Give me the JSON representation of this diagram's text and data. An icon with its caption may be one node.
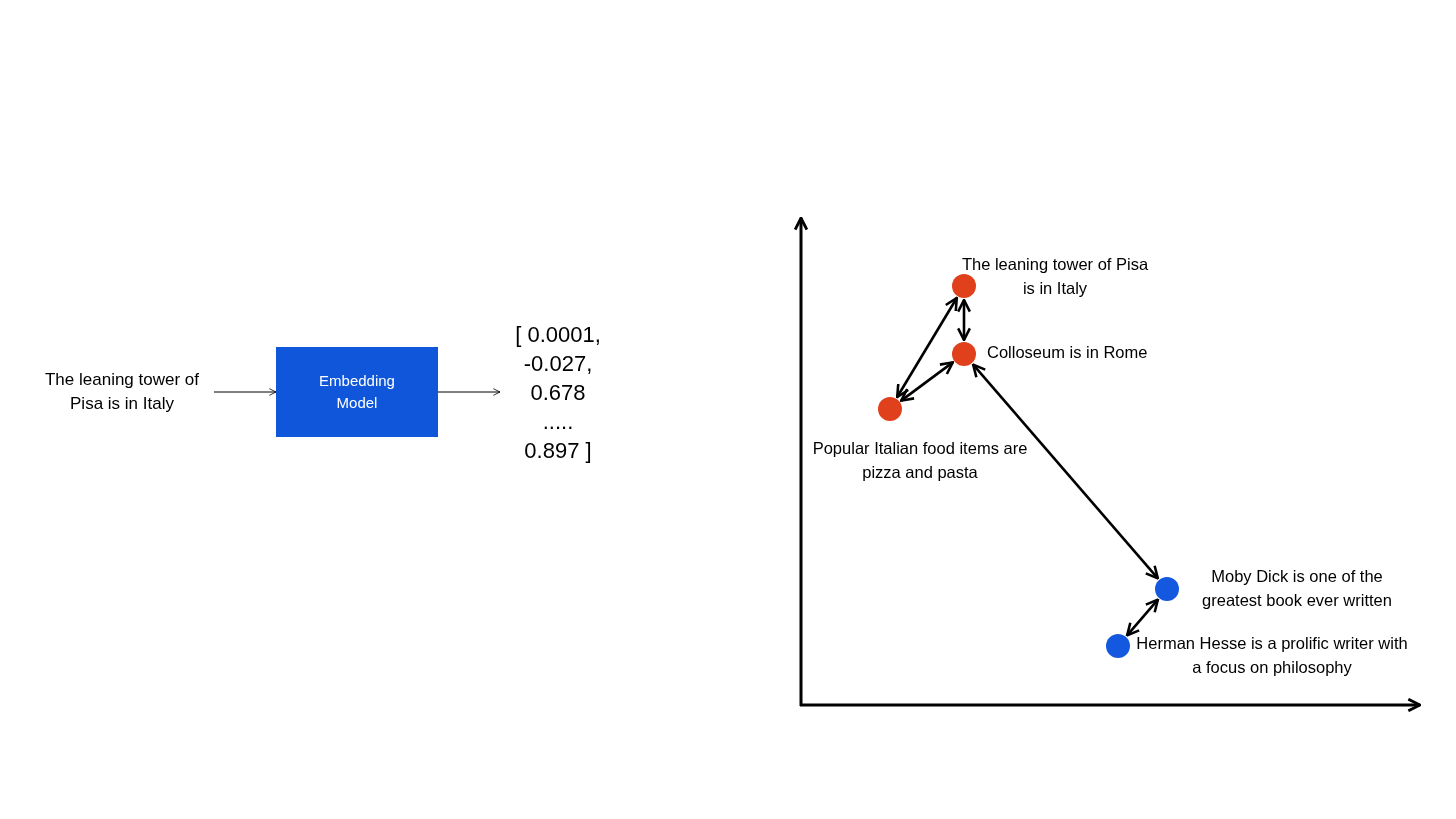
{
  "diagram": {
    "nodes": [
      {
        "text": [
          "The leaning tower of Pisa is in Italy"
        ]
      },
      {
        "text": [
          "Embedding Model"
        ]
      },
      {
        "text": [
          "[ 0.0001,",
          "-0.027,",
          "0.678",
          ".....",
          "0.897 ]"
        ]
      },
      {
        "text": [
          "The leaning tower of Pisa is in Italy"
        ]
      },
      {
        "text": [
          "Colloseum is in Rome"
        ]
      },
      {
        "text": [
          "Popular Italian food items are pizza and pasta"
        ]
      },
      {
        "text": [
          "Moby Dick is one of the greatest book ever written"
        ]
      },
      {
        "text": [
          "Herman Hesse is a prolific writer with a focus on philosophy"
        ]
      }
    ],
    "edges": [
      {
        "from": 0,
        "to": 1,
        "arrow": "to"
      },
      {
        "from": 1,
        "to": 2,
        "arrow": "to"
      },
      {
        "from": 3,
        "to": 4,
        "arrow": "both"
      },
      {
        "from": 3,
        "to": 5,
        "arrow": "both"
      },
      {
        "from": 4,
        "to": 5,
        "arrow": "both"
      },
      {
        "from": 4,
        "to": 6,
        "arrow": "both"
      },
      {
        "from": 6,
        "to": 7,
        "arrow": "both"
      }
    ]
  }
}
